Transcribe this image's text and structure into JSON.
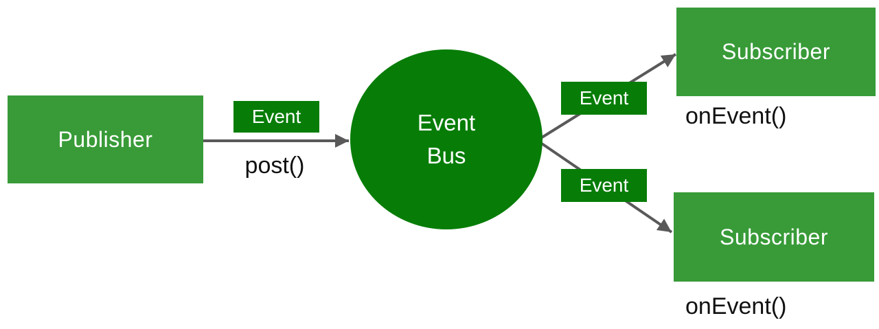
{
  "diagram": {
    "type": "event-bus-pattern",
    "publisher": {
      "label": "Publisher",
      "method": "post()"
    },
    "bus": {
      "line1": "Event",
      "line2": "Bus"
    },
    "event_tags": [
      "Event",
      "Event",
      "Event"
    ],
    "subscribers": [
      {
        "label": "Subscriber",
        "method": "onEvent()"
      },
      {
        "label": "Subscriber",
        "method": "onEvent()"
      }
    ],
    "colors": {
      "node_green": "#389B38",
      "accent_green": "#077D07",
      "arrow_gray": "#595959",
      "code_text": "#111111",
      "label_text": "#FFFFFF",
      "background": "#FFFFFF"
    }
  }
}
